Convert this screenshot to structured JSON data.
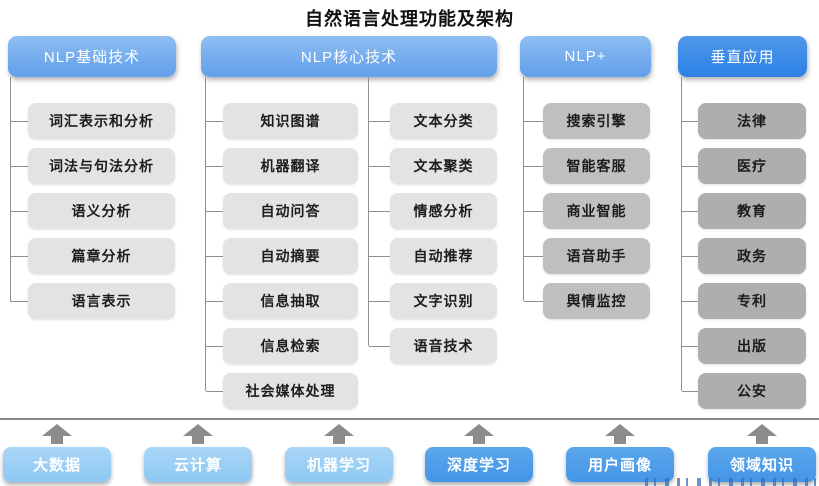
{
  "title": "自然语言处理功能及架构",
  "columns": [
    {
      "header": "NLP基础技术",
      "items": [
        "词汇表示和分析",
        "词法与句法分析",
        "语义分析",
        "篇章分析",
        "语言表示"
      ]
    },
    {
      "header": "NLP核心技术",
      "items_left": [
        "知识图谱",
        "机器翻译",
        "自动问答",
        "自动摘要",
        "信息抽取",
        "信息检索",
        "社会媒体处理"
      ],
      "items_right": [
        "文本分类",
        "文本聚类",
        "情感分析",
        "自动推荐",
        "文字识别",
        "语音技术"
      ]
    },
    {
      "header": "NLP+",
      "items": [
        "搜索引擎",
        "智能客服",
        "商业智能",
        "语音助手",
        "舆情监控"
      ]
    },
    {
      "header": "垂直应用",
      "items": [
        "法律",
        "医疗",
        "教育",
        "政务",
        "专利",
        "出版",
        "公安"
      ]
    }
  ],
  "foundations": [
    "大数据",
    "云计算",
    "机器学习",
    "深度学习",
    "用户画像",
    "领域知识"
  ],
  "colors": {
    "header_blue": "#6da7ec",
    "header_blue_dark": "#3688e7",
    "node_gray_light": "#e3e3e3",
    "node_gray_mid": "#bfbfbf",
    "node_gray_dark": "#aeaeae",
    "foundation_blue_light": "#8ec8f3",
    "foundation_blue_dark": "#4495e8",
    "connector_gray": "#8f8f8f",
    "arrow_gray": "#8c8c8c"
  }
}
